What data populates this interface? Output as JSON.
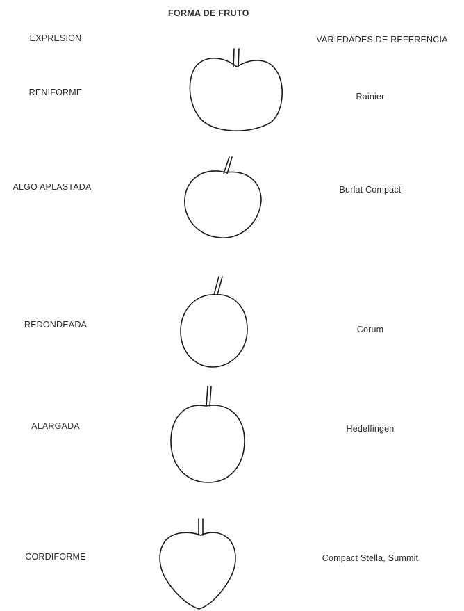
{
  "title": "FORMA DE FRUTO",
  "headers": {
    "expression": "EXPRESION",
    "reference": "VARIEDADES DE REFERENCIA"
  },
  "rows": [
    {
      "expression": "RENIFORME",
      "reference": "Rainier"
    },
    {
      "expression": "ALGO APLASTADA",
      "reference": "Burlat Compact"
    },
    {
      "expression": "REDONDEADA",
      "reference": "Corum"
    },
    {
      "expression": "ALARGADA",
      "reference": "Hedelfingen"
    },
    {
      "expression": "CORDIFORME",
      "reference": "Compact Stella, Summit"
    }
  ]
}
